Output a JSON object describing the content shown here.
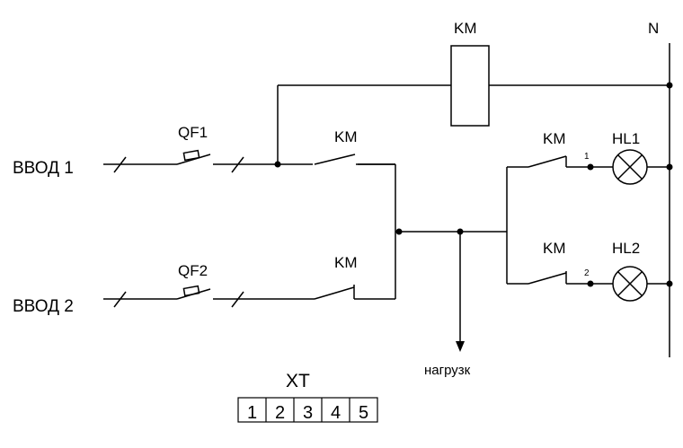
{
  "inputs": {
    "input1": "ВВОД 1",
    "input2": "ВВОД 2"
  },
  "breakers": {
    "qf1": "QF1",
    "qf2": "QF2"
  },
  "contactor": {
    "coil": "KM",
    "contact_main1": "KM",
    "contact_main2": "KM",
    "contact_aux1": "KM",
    "contact_aux2": "KM"
  },
  "lamps": {
    "hl1": "HL1",
    "hl2": "HL2"
  },
  "neutral": "N",
  "load": "нагрузк",
  "aux_marks": {
    "m1": "1",
    "m2": "2"
  },
  "terminal_block": {
    "title": "XT",
    "terminals": [
      "1",
      "2",
      "3",
      "4",
      "5"
    ]
  }
}
